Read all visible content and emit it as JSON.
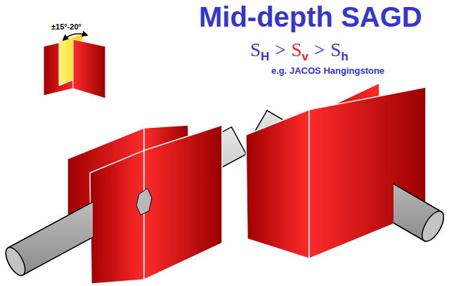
{
  "diagram": {
    "title": "Mid-depth SAGD",
    "labels": [
      "S",
      "H",
      ">",
      "S",
      "v",
      ">",
      "S",
      "h",
      "e.g. JACOS Hangingstone",
      "±15°-20°"
    ]
  }
}
